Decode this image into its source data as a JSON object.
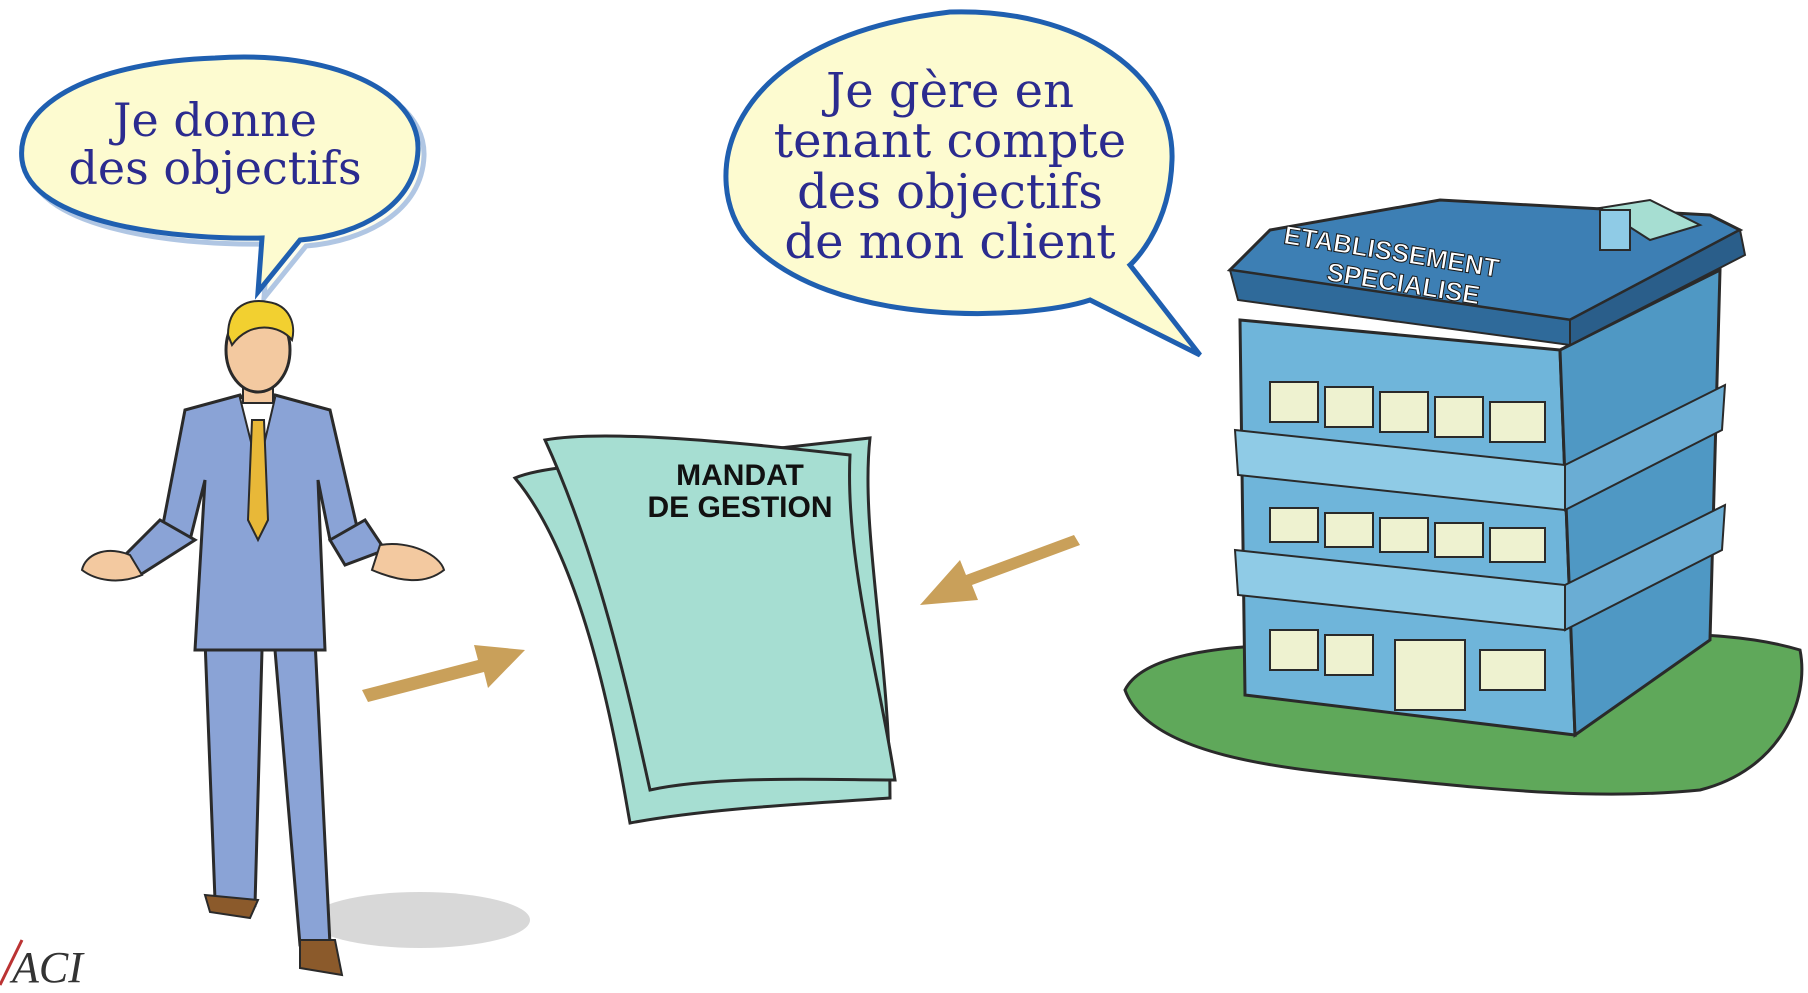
{
  "bubble_left": {
    "lines": [
      "Je donne",
      "des objectifs"
    ]
  },
  "bubble_right": {
    "lines": [
      "Je gère en",
      "tenant compte",
      "des objectifs",
      "de mon client"
    ]
  },
  "building": {
    "sign_lines": [
      "ETABLISSEMENT",
      "SPECIALISE"
    ]
  },
  "document": {
    "title_lines": [
      "MANDAT",
      "DE GESTION"
    ]
  },
  "logo": {
    "text": "ACI"
  },
  "colors": {
    "bubble_fill": "#fdfbd0",
    "bubble_stroke": "#1f5fb0",
    "bubble_text": "#2b2b8f",
    "arrow": "#c9a05a",
    "document": "#a6ded2",
    "suit": "#8aa3d6",
    "building_body": "#6fb5da",
    "roof": "#3d7fb4",
    "lawn": "#5fa85a"
  }
}
